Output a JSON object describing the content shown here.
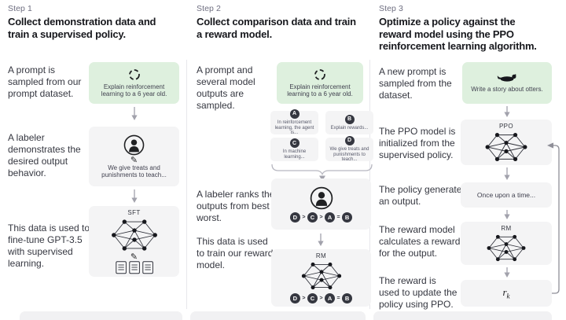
{
  "icons": {
    "sample_prompt": "dashed-circle-refresh",
    "labeler": "person-in-circle",
    "annotate": "pencil",
    "documents": "three-documents",
    "model": "neural-network",
    "otter": "otter-silhouette",
    "arrow_down": "down-arrow",
    "brace": "curly-brace-down",
    "loop": "feedback-loop-arrow"
  },
  "colors": {
    "green_card": "#def0de",
    "grey_card": "#f4f4f5",
    "text_dark": "#202123",
    "text_muted": "#6e6e80",
    "arrow_grey": "#a2a2ac"
  },
  "glyphs": {
    "pencil": "✎"
  },
  "columns": [
    {
      "step": "Step 1",
      "heading": "Collect demonstration data and train a supervised policy.",
      "captions": {
        "prompt": "A prompt is sampled from our prompt dataset.",
        "labeler": "A labeler demonstrates the desired output behavior.",
        "train": "This data is used to fine-tune GPT-3.5 with supervised learning."
      },
      "prompt_card": "Explain reinforcement learning to a 6 year old.",
      "labeler_card": "We give treats and punishments to teach...",
      "model_label": "SFT"
    },
    {
      "step": "Step 2",
      "heading": "Collect comparison data and train a reward model.",
      "captions": {
        "prompt": "A prompt and several model outputs are sampled.",
        "labeler": "A labeler ranks the outputs from best to worst.",
        "train": "This data is used to train our reward model."
      },
      "prompt_card": "Explain reinforcement learning to a 6 year old.",
      "options": [
        {
          "letter": "A",
          "text": "In reinforcement learning, the agent is..."
        },
        {
          "letter": "B",
          "text": "Explain rewards..."
        },
        {
          "letter": "C",
          "text": "In machine learning..."
        },
        {
          "letter": "D",
          "text": "We give treats and punishments to teach..."
        }
      ],
      "ranking": {
        "items": [
          "D",
          "C",
          "A",
          "B"
        ],
        "separators": [
          ">",
          ">",
          "="
        ]
      },
      "model_label": "RM"
    },
    {
      "step": "Step 3",
      "heading": "Optimize a policy against the reward model using the PPO reinforcement learning algorithm.",
      "captions": {
        "prompt": "A new prompt is sampled from the dataset.",
        "init": "The PPO model is initialized from the supervised policy.",
        "output": "The policy generates an output.",
        "reward": "The reward model calculates a reward for the output.",
        "update": "The reward is used to update the policy using PPO."
      },
      "prompt_card": "Write a story about otters.",
      "ppo_label": "PPO",
      "output_card": "Once upon a time...",
      "rm_label": "RM",
      "reward_value": {
        "base": "r",
        "sub": "k"
      }
    }
  ]
}
